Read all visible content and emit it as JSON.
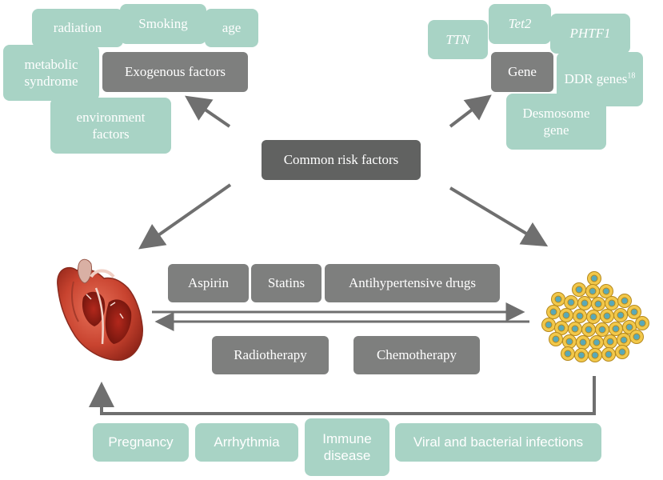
{
  "colors": {
    "mint": "#a8d3c5",
    "grey_box": "#7e7f7e",
    "dark_box": "#616261",
    "arrow": "#6f6f6f"
  },
  "center": {
    "label": "Common risk factors"
  },
  "exogenous": {
    "label": "Exogenous factors",
    "items": [
      "radiation",
      "Smoking",
      "age",
      "metabolic syndrome",
      "environment factors"
    ]
  },
  "gene": {
    "label": "Gene",
    "items": [
      "TTN",
      "Tet2",
      "PHTF1",
      "DDR genes",
      "Desmosome gene"
    ],
    "ddr_superscript": "18"
  },
  "drugs": [
    "Aspirin",
    "Statins",
    "Antihypertensive drugs"
  ],
  "therapies": [
    "Radiotherapy",
    "Chemotherapy"
  ],
  "shared_conditions": [
    "Pregnancy",
    "Arrhythmia",
    "Immune disease",
    "Viral and bacterial infections"
  ],
  "images": {
    "heart": "heart-illustration",
    "tumor": "tumor-cells-illustration"
  }
}
